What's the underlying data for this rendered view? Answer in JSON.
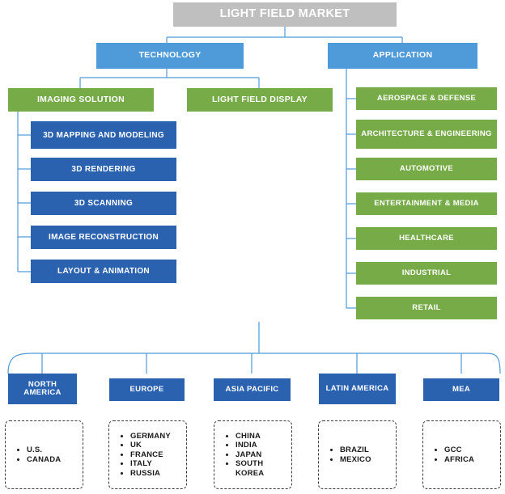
{
  "diagram": {
    "title": "LIGHT FIELD MARKET",
    "categories": [
      {
        "label": "TECHNOLOGY"
      },
      {
        "label": "APPLICATION"
      }
    ],
    "technology_branches": [
      {
        "label": "IMAGING SOLUTION"
      },
      {
        "label": "LIGHT FIELD DISPLAY"
      }
    ],
    "imaging_solution_items": [
      {
        "label": "3D MAPPING AND MODELING"
      },
      {
        "label": "3D RENDERING"
      },
      {
        "label": "3D SCANNING"
      },
      {
        "label": "IMAGE RECONSTRUCTION"
      },
      {
        "label": "LAYOUT & ANIMATION"
      }
    ],
    "application_items": [
      {
        "label": "AEROSPACE & DEFENSE"
      },
      {
        "label": "ARCHITECTURE & ENGINEERING"
      },
      {
        "label": "AUTOMOTIVE"
      },
      {
        "label": "ENTERTAINMENT & MEDIA"
      },
      {
        "label": "HEALTHCARE"
      },
      {
        "label": "INDUSTRIAL"
      },
      {
        "label": "RETAIL"
      }
    ],
    "regions": [
      {
        "label": "NORTH AMERICA",
        "countries": [
          "U.S.",
          "CANADA"
        ]
      },
      {
        "label": "EUROPE",
        "countries": [
          "GERMANY",
          "UK",
          "FRANCE",
          "ITALY",
          "RUSSIA"
        ]
      },
      {
        "label": "ASIA PACIFIC",
        "countries": [
          "CHINA",
          "INDIA",
          "JAPAN",
          "SOUTH KOREA"
        ]
      },
      {
        "label": "LATIN AMERICA",
        "countries": [
          "BRAZIL",
          "MEXICO"
        ]
      },
      {
        "label": "MEA",
        "countries": [
          "GCC",
          "AFRICA"
        ]
      }
    ],
    "colors": {
      "root": "#bfbfbf",
      "category": "#4f9ad8",
      "green": "#76ab48",
      "blue": "#2b62b0",
      "connector": "#4f9ad8"
    }
  }
}
